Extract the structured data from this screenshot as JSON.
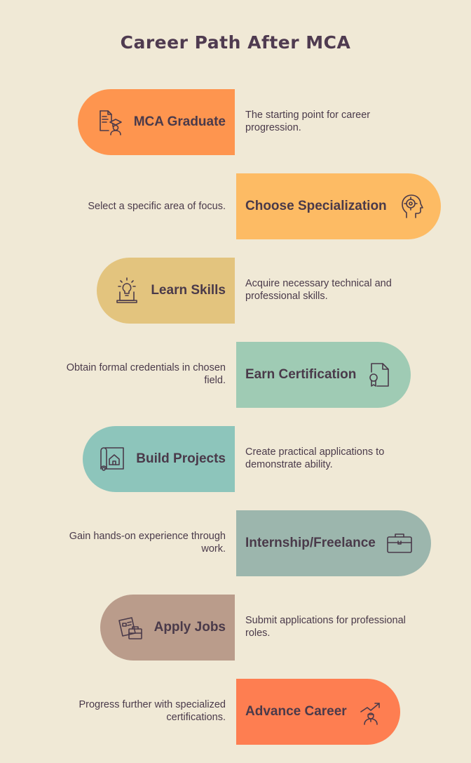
{
  "title": "Career Path After MCA",
  "steps": [
    {
      "label": "MCA Graduate",
      "description": "The starting point for career progression.",
      "color": "#fe954f",
      "icon": "graduate-certificate-icon"
    },
    {
      "label": "Choose Specialization",
      "description": "Select a specific area of focus.",
      "color": "#fdbb64",
      "icon": "head-target-icon"
    },
    {
      "label": "Learn Skills",
      "description": "Acquire necessary technical and professional skills.",
      "color": "#e3c47e",
      "icon": "laptop-lightbulb-icon"
    },
    {
      "label": "Earn Certification",
      "description": "Obtain formal credentials in chosen field.",
      "color": "#9fcbb4",
      "icon": "certificate-document-icon"
    },
    {
      "label": "Build Projects",
      "description": "Create practical applications to demonstrate ability.",
      "color": "#8dc5bb",
      "icon": "blueprint-house-icon"
    },
    {
      "label": "Internship/Freelance",
      "description": "Gain hands-on experience through work.",
      "color": "#9cb6ad",
      "icon": "briefcase-icon"
    },
    {
      "label": "Apply Jobs",
      "description": "Submit applications for professional roles.",
      "color": "#ba9c8b",
      "icon": "documents-briefcase-icon"
    },
    {
      "label": "Advance Career",
      "description": "Progress further with specialized certifications.",
      "color": "#fe7e51",
      "icon": "person-growth-icon"
    }
  ]
}
